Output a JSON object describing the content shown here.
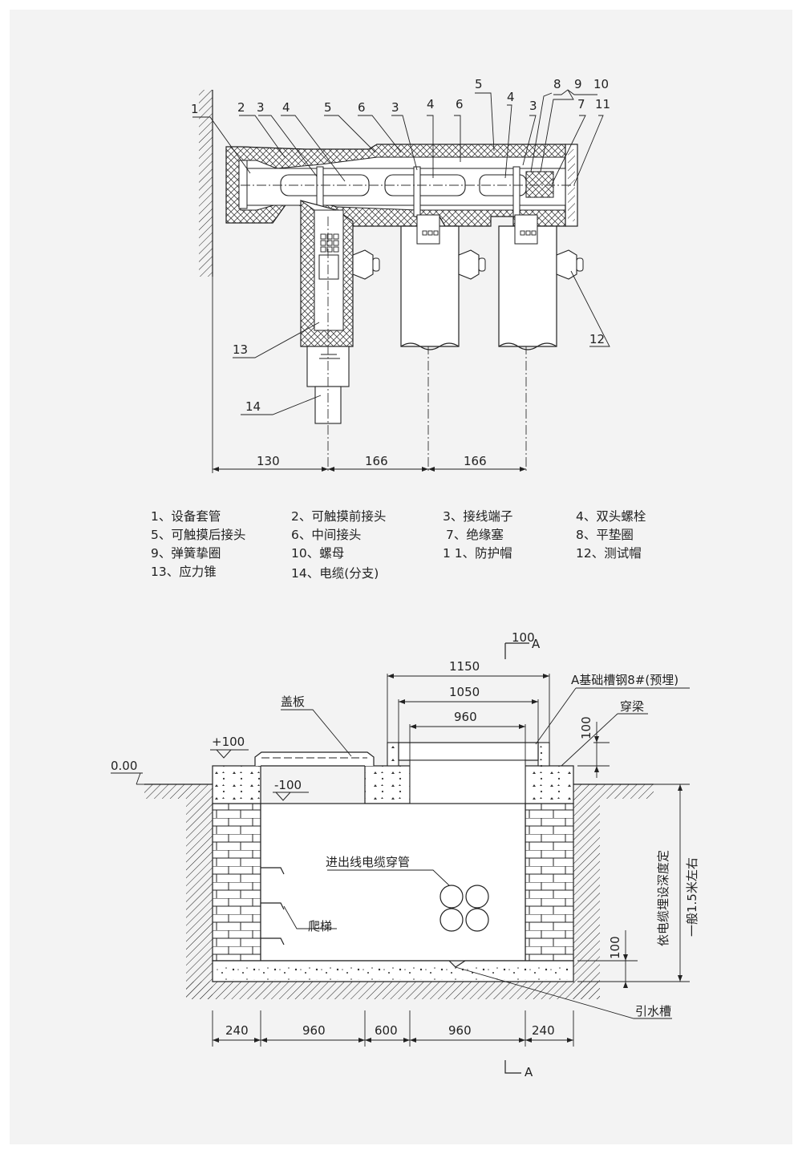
{
  "top_diagram": {
    "part_numbers": [
      "1",
      "2",
      "3",
      "4",
      "5",
      "6",
      "3",
      "4",
      "6",
      "5",
      "4",
      "3",
      "8",
      "9",
      "10",
      "7",
      "11",
      "13",
      "14",
      "12"
    ],
    "dimensions": [
      "130",
      "166",
      "166"
    ]
  },
  "legend": [
    "1、设备套管",
    "2、可触摸前接头",
    "3、接线端子",
    "4、双头螺栓",
    "5、可触摸后接头",
    "6、中间接头",
    "7、绝缘塞",
    "8、平垫圈",
    "9、弹簧挚圈",
    "10、螺母",
    "1 1、防护帽",
    "12、测试帽",
    "13、应力锥",
    "14、电缆(分支)"
  ],
  "bottom_diagram": {
    "section_mark": "100",
    "section_letter_top": "A",
    "section_letter_bottom": "A",
    "top_dims": [
      "1150",
      "1050",
      "960"
    ],
    "channel_label": "A基础槽钢8#(预埋)",
    "cover_label": "盖板",
    "beam_label": "穿梁",
    "level_plus": "+100",
    "level_zero": "0.00",
    "level_minus": "-100",
    "pipes_label": "进出线电缆穿管",
    "ladder_label": "爬梯",
    "drain_label": "引水槽",
    "beam_height": "100",
    "floor_height": "100",
    "depth_label_1": "依电缆埋设深度定",
    "depth_label_2": "一般1.5米左右",
    "bottom_dims": [
      "240",
      "960",
      "600",
      "960",
      "240"
    ]
  }
}
